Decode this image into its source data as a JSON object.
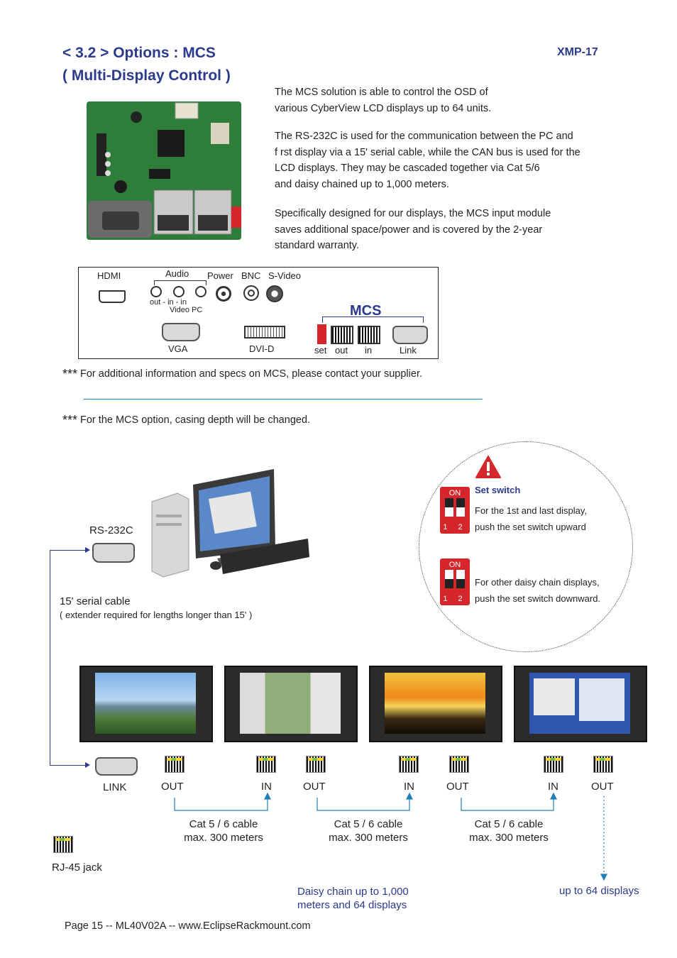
{
  "header": {
    "title_line1": "< 3.2 > Options : MCS",
    "title_line2": "( Multi-Display Control )",
    "model": "XMP-17"
  },
  "intro": {
    "p1_l1": "The MCS solution is able to control the OSD of",
    "p1_l2": "various CyberView LCD displays up to 64 units.",
    "p2_l1": "The RS-232C is used for the communication between the PC and",
    "p2_l2": "f rst display via a 15' serial cable, while the CAN bus is used for the",
    "p2_l3": "LCD displays. They may be cascaded together via Cat 5/6",
    "p2_l4": "and daisy chained up to 1,000 meters.",
    "p3_l1": "Specifically designed for our displays, the MCS input module",
    "p3_l2": "saves additional space/power and is covered by the 2-year",
    "p3_l3": "standard warranty."
  },
  "panel": {
    "hdmi": "HDMI",
    "audio": "Audio",
    "power": "Power",
    "bnc": "BNC",
    "svideo": "S-Video",
    "audio_sub": "out  -   in   -  in",
    "audio_sub2": "Video  PC",
    "vga": "VGA",
    "dvid": "DVI-D",
    "mcs": "MCS",
    "set": "set",
    "out": "out",
    "in": "in",
    "link": "Link"
  },
  "notes": {
    "stars": "***",
    "note1": "For additional information and specs on MCS, please contact your supplier.",
    "note2": "For the MCS option, casing depth will be changed."
  },
  "diagram": {
    "rs232c": "RS-232C",
    "serial_cable": "15' serial cable",
    "extender": "( extender required for lengths longer than 15' )",
    "link": "LINK",
    "out": "OUT",
    "in": "IN",
    "cable_l1": "Cat 5 / 6 cable",
    "cable_l2": "max. 300 meters",
    "rj45": "RJ-45 jack",
    "daisy_l1": "Daisy chain up to 1,000",
    "daisy_l2": "meters and 64 displays",
    "up_to": "up to 64 displays"
  },
  "switch_info": {
    "on": "ON",
    "nums": "1 2",
    "title": "Set switch",
    "first_l1": "For the 1st and last display,",
    "first_l2": "push the set switch upward",
    "other_l1": "For other daisy chain displays,",
    "other_l2": "push the set switch downward."
  },
  "footer": {
    "text": "Page 15 -- ML40V02A -- www.EclipseRackmount.com"
  },
  "colors": {
    "title_blue": "#2b3a8c",
    "accent_blue": "#1f7fb8",
    "warning_red": "#d4262b"
  }
}
